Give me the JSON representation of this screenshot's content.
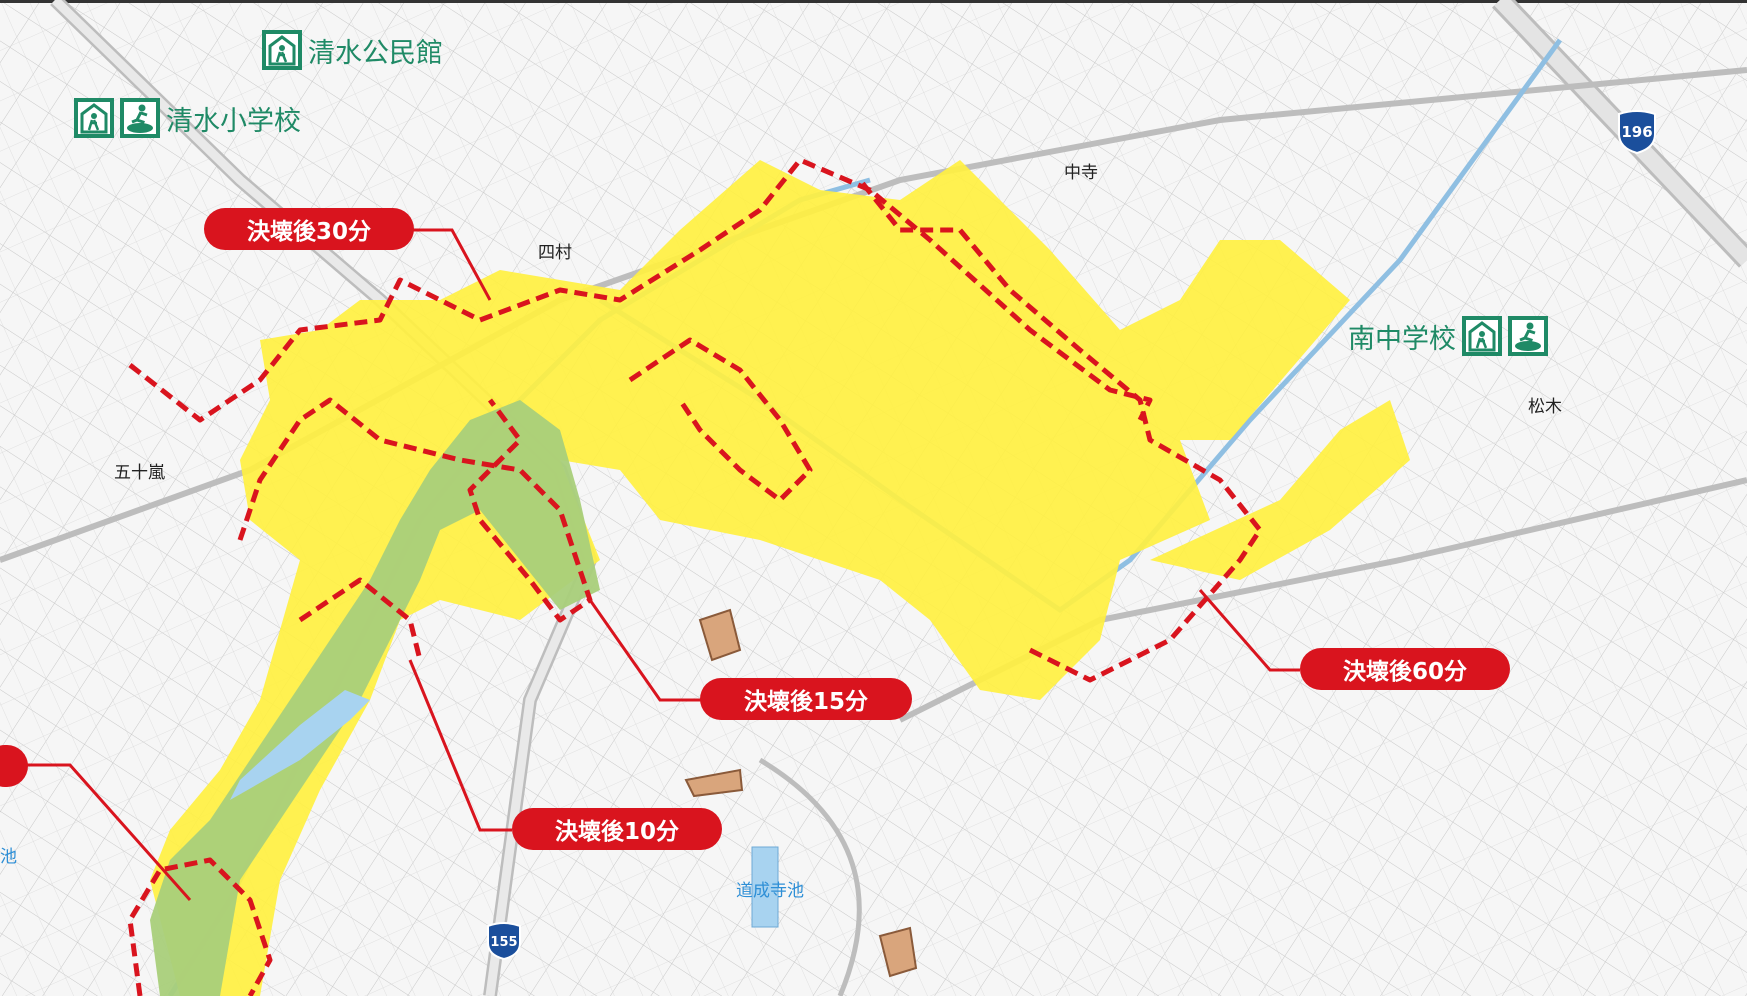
{
  "facilities": [
    {
      "name": "清水公民館",
      "icons": [
        "evacuation-shelter-icon"
      ]
    },
    {
      "name": "清水小学校",
      "icons": [
        "evacuation-shelter-icon",
        "evacuation-site-icon"
      ]
    },
    {
      "name": "南中学校",
      "icons": [
        "evacuation-shelter-icon",
        "evacuation-site-icon"
      ]
    }
  ],
  "places": [
    "中寺",
    "四村",
    "五十嵐",
    "松木"
  ],
  "water": {
    "pond": "道成寺池",
    "left_edge": "池"
  },
  "routes": [
    "196",
    "155"
  ],
  "callouts": [
    "決壊後30分",
    "決壊後15分",
    "決壊後60分",
    "決壊後10分"
  ],
  "colors": {
    "flood_fill": "#fff041",
    "early_fill": "#a9cf7a",
    "pond_fill": "#a8d3f0",
    "boundary_dash": "#d9141e",
    "callout_bg": "#d9141e",
    "facility_green": "#1f8a66",
    "route_blue": "#1b4f9c"
  }
}
